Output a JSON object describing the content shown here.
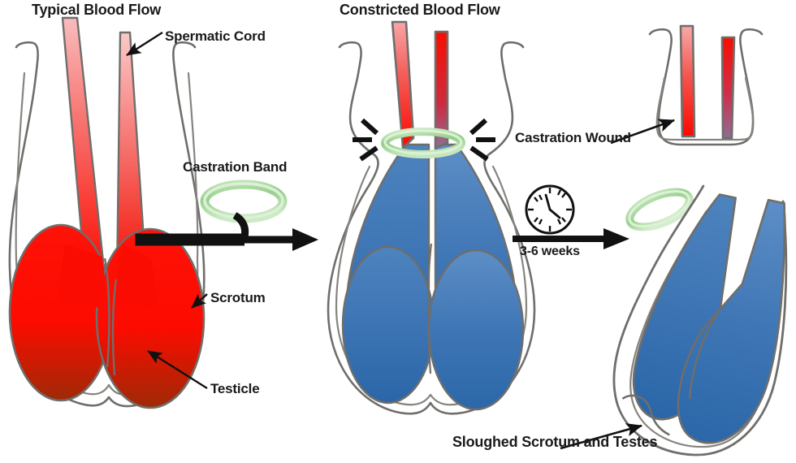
{
  "diagram": {
    "title_left": "Typical Blood Flow",
    "title_middle": "Constricted Blood Flow",
    "stage_panels": [
      "typical",
      "constricted",
      "sloughed"
    ]
  },
  "labels": {
    "typical_blood_flow": "Typical Blood Flow",
    "spermatic_cord": "Spermatic Cord",
    "scrotum": "Scrotum",
    "testicle": "Testicle",
    "castration_band": "Castration Band",
    "constricted_blood_flow": "Constricted Blood Flow",
    "castration_wound": "Castration Wound",
    "time_elapsed": "3-6 weeks",
    "sloughed": "Sloughed Scrotum and Testes"
  },
  "icons": {
    "clock": "clock-icon",
    "band_ring": "castration-band-ring-icon",
    "transition_arrow": "right-arrow-icon",
    "burst": "constriction-burst-icon"
  },
  "colors": {
    "oxygenated_red": "#FF0000",
    "pale_pink": "#F7AFAF",
    "dark_red": "#A52A05",
    "deoxygenated_blue": "#3F76B5",
    "dark_blue": "#2A66A8",
    "purple_vein": "#8C6C94",
    "band_green": "#A8D9A0",
    "band_green_light": "#D8EFD2",
    "outline_gray": "#706F6C",
    "text_black": "#1A1A1A"
  },
  "annotations": {
    "arrow_count": 6,
    "panel_titles_visible": 2
  }
}
